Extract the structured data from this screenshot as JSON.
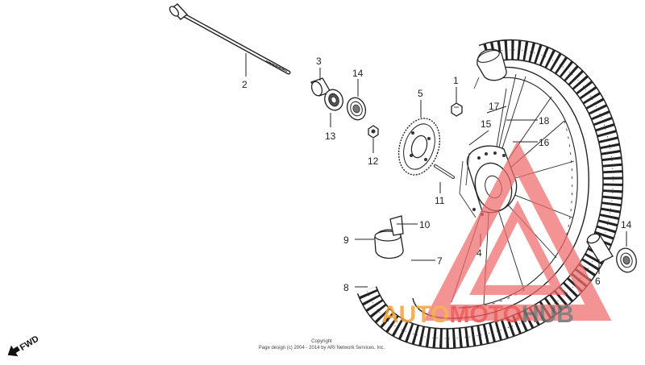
{
  "diagram": {
    "callouts": [
      {
        "id": "c2",
        "text": "2"
      },
      {
        "id": "c3",
        "text": "3"
      },
      {
        "id": "c13",
        "text": "13"
      },
      {
        "id": "c14a",
        "text": "14"
      },
      {
        "id": "c12",
        "text": "12"
      },
      {
        "id": "c5",
        "text": "5"
      },
      {
        "id": "c1",
        "text": "1"
      },
      {
        "id": "c17",
        "text": "17"
      },
      {
        "id": "c18",
        "text": "18"
      },
      {
        "id": "c15",
        "text": "15"
      },
      {
        "id": "c16",
        "text": "16"
      },
      {
        "id": "c11",
        "text": "11"
      },
      {
        "id": "c10",
        "text": "10"
      },
      {
        "id": "c9",
        "text": "9"
      },
      {
        "id": "c7",
        "text": "7"
      },
      {
        "id": "c8",
        "text": "8"
      },
      {
        "id": "c4",
        "text": "4"
      },
      {
        "id": "c14b",
        "text": "14"
      },
      {
        "id": "c6",
        "text": "6"
      }
    ],
    "direction_label": "FWD",
    "copyright_line1": "Copyright",
    "copyright_line2": "Page design (c) 2004 - 2014 by ARI Network Services, Inc."
  },
  "watermark": {
    "part1": "AUTO",
    "part2": "MOTO",
    "part3": "HUB",
    "colors": {
      "orange": "#f4a23a",
      "red": "#ee4a4a",
      "gray": "#6f6f6f"
    }
  }
}
